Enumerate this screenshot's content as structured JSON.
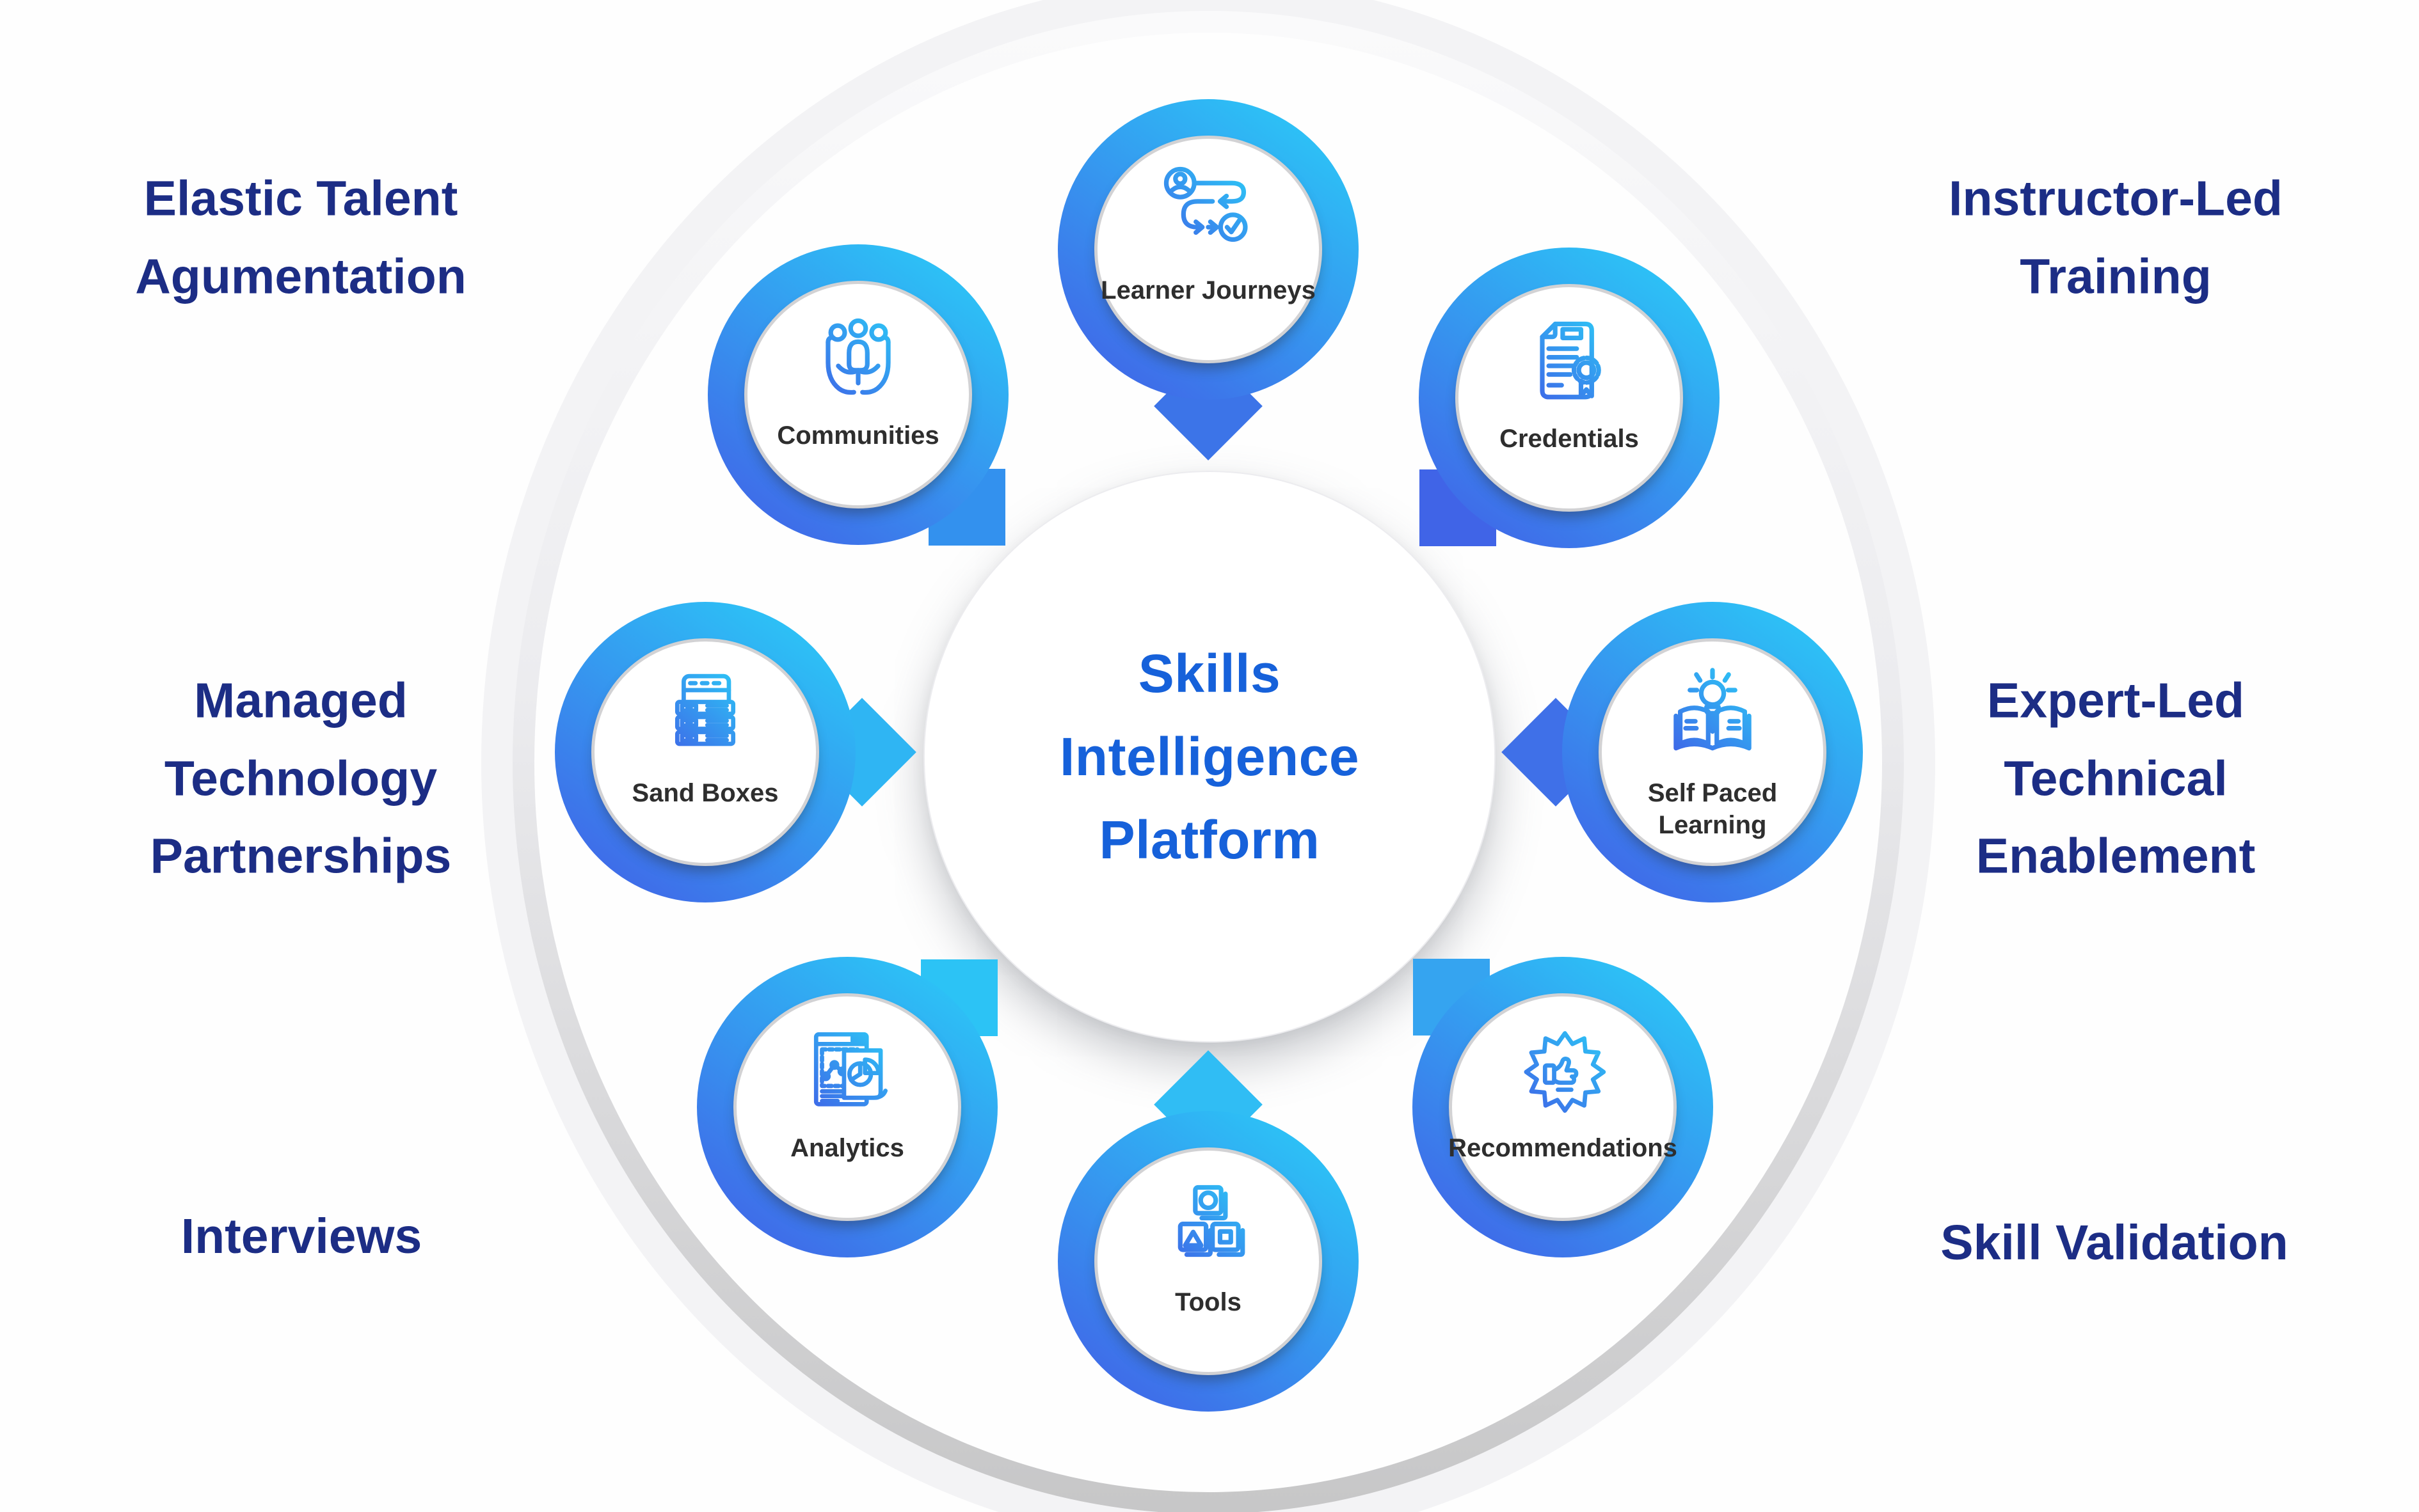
{
  "diagram": {
    "center": {
      "title": "Skills\nIntelligence\nPlatform"
    },
    "bubbles": [
      {
        "id": "learner-journeys",
        "label": "Learner Journeys",
        "icon": "user-journey-flow-icon"
      },
      {
        "id": "communities",
        "label": "Communities",
        "icon": "people-in-hands-icon"
      },
      {
        "id": "credentials",
        "label": "Credentials",
        "icon": "certificate-document-icon"
      },
      {
        "id": "sand-boxes",
        "label": "Sand Boxes",
        "icon": "server-stack-icon"
      },
      {
        "id": "self-paced-learning",
        "label": "Self Paced\nLearning",
        "icon": "book-lightbulb-icon"
      },
      {
        "id": "analytics",
        "label": "Analytics",
        "icon": "charts-report-icon"
      },
      {
        "id": "tools",
        "label": "Tools",
        "icon": "shape-blocks-icon"
      },
      {
        "id": "recommendations",
        "label": "Recommendations",
        "icon": "thumbs-up-badge-icon"
      }
    ],
    "outer_labels": [
      {
        "id": "elastic-talent-augmentation",
        "text": "Elastic Talent\nAgumentation"
      },
      {
        "id": "instructor-led-training",
        "text": "Instructor-Led\nTraining"
      },
      {
        "id": "managed-technology-partnerships",
        "text": "Managed\nTechnology\nPartnerships"
      },
      {
        "id": "expert-led-technical-enablement",
        "text": "Expert-Led\nTechnical\nEnablement"
      },
      {
        "id": "interviews",
        "text": "Interviews"
      },
      {
        "id": "skill-validation",
        "text": "Skill Validation"
      }
    ],
    "colors": {
      "bubble_ring_gradient_start": "#2bc9f7",
      "bubble_ring_gradient_end": "#4162e7",
      "icon_gradient_start": "#2cc7f6",
      "icon_gradient_end": "#3f63e7",
      "center_title": "#1661da",
      "outer_label": "#1c2d85",
      "bubble_label": "#2e2e2e",
      "orbit_ring": "#c9c9c9"
    }
  }
}
